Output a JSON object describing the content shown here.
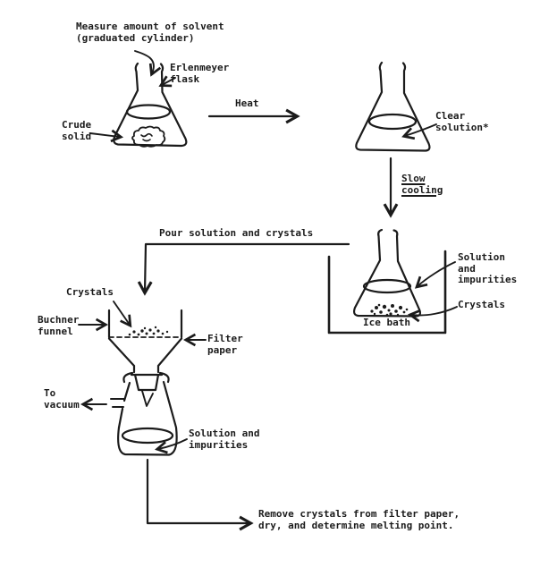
{
  "page": {
    "background_color": "#ffffff",
    "ink_color": "#1b1b1b",
    "description": "Hand-drawn recrystallization procedure flow diagram"
  },
  "labels": {
    "measure_solvent": "Measure amount of solvent\n(graduated cylinder)",
    "erlenmeyer_flask": "Erlenmeyer\nflask",
    "heat": "Heat",
    "crude_solid": "Crude\nsolid",
    "clear_solution": "Clear\nsolution*",
    "slow_cooling": "Slow\ncooling",
    "pour_solution": "Pour solution and crystals",
    "solution_and_impurities_right": "Solution\nand\nimpurities",
    "crystals_right": "Crystals",
    "ice_bath": "Ice bath",
    "crystals_left": "Crystals",
    "buchner_funnel": "Buchner\nfunnel",
    "filter_paper": "Filter\npaper",
    "to_vacuum": "To\nvacuum",
    "solution_and_impurities_bottom": "Solution and\nimpurities",
    "remove_crystals": "Remove crystals from filter paper,\ndry, and determine melting point."
  }
}
